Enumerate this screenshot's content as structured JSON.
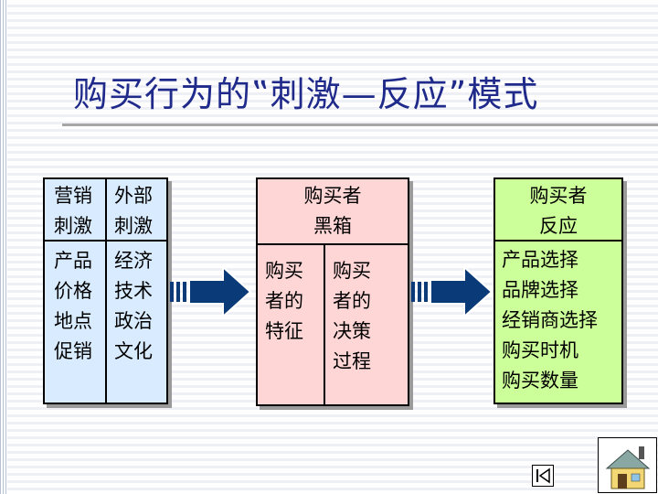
{
  "slide": {
    "title": "购买行为的‟刺激—反应”模式"
  },
  "stimulus": {
    "header_left": "营销\n刺激",
    "header_right": "外部\n刺激",
    "items_left": "产品\n价格\n地点\n促销",
    "items_right": "经济\n技术\n政治\n文化"
  },
  "black_box": {
    "header": "购买者\n黑箱",
    "left": "购买\n者的\n特征",
    "right": "购买\n者的\n决策\n过程"
  },
  "response": {
    "header": "购买者\n反应",
    "items": "产品选择\n品牌选择\n经销商选择\n购买时机\n购买数量"
  },
  "colors": {
    "title": "#1f2a8a",
    "stimulus_fill": "#d9ecff",
    "black_box_fill": "#ffd6d6",
    "response_fill": "#ccff99",
    "arrow": "#0b3a78"
  }
}
